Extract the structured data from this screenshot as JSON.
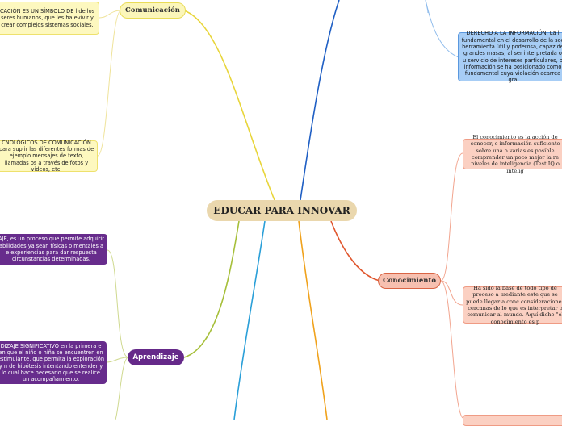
{
  "central_topic": "EDUCAR PARA INNOVAR",
  "topics": {
    "comunicacion": "Comunicación",
    "aprendizaje": "Aprendizaje",
    "conocimiento": "Conocimiento"
  },
  "notes": {
    "com_1": "CACIÓN ES UN SÍMBOLO DE l de los seres humanos, que les ha evivir y crear complejos sistemas sociales.",
    "com_2": "CNOLÓGICOS DE COMUNICACIÓN para suplir las diferentes formas de ejemplo mensajes de texto, llamadas os a través de fotos y videos, etc.",
    "apr_1": "AJE, es un proceso que permite adquirir abilidades ya sean físicas o mentales a e experiencias para dar respuesta circunstancias determinadas.",
    "apr_2": "DIZAJE SIGNIFICATIVO en la primera e en que el niño o niña se encuentren en estimulante, que permita la exploración y n de hipótesis intentando entender y lo cual hace necesario que se realice un acompañamiento.",
    "con_1": "El conocimiento es la acción de conocer, e información suficiente sobre una o varias es posible comprender un poco mejor la re niveles de inteligencia (Test IQ o intelig",
    "con_2": "Ha sido la base de todo tipo de proceso a mediante este que se puede llegar a conc consideraciones cercanas de lo que es interpretar o comunicar al mundo. Aquí dicho \"el conocimiento es p",
    "info_1": "DERECHO A LA INFORMACIÓN, La i fundamental en el desarrollo de la soc herramienta útil y poderosa, capaz de grandes masas, al ser interpretada o u servicio de intereses particulares, p información se ha posicionado como fundamental cuya violación acarrea gra"
  },
  "colors": {
    "comunicacion": "#e8d53a",
    "aprendizaje": "#a6bf3a",
    "conocimiento": "#e0552c",
    "blue_branch": "#1f5fc4",
    "cyan_branch": "#2a9fd8",
    "orange_branch": "#f0a21c"
  }
}
